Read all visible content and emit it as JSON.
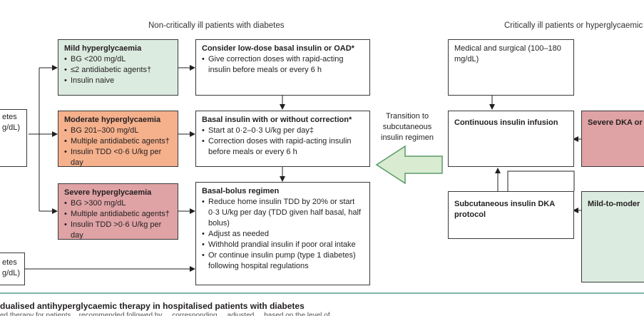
{
  "headers": {
    "non_critical": "Non-critically ill patients with diabetes",
    "critical": "Critically ill patients or hyperglycaemic c"
  },
  "left_cut": {
    "top_line1": "etes",
    "top_line2": "g/dL)",
    "bottom_line1": "etes",
    "bottom_line2": "g/dL)"
  },
  "severity": {
    "mild": {
      "title": "Mild hyperglycaemia",
      "items": [
        "BG <200 mg/dL",
        "≤2 antidiabetic agents†",
        "Insulin naive"
      ]
    },
    "moderate": {
      "title": "Moderate hyperglycaemia",
      "items": [
        "BG 201–300 mg/dL",
        "Multiple antidiabetic agents†",
        "Insulin TDD <0·6 U/kg per day"
      ]
    },
    "severe": {
      "title": "Severe hyperglycaemia",
      "items": [
        "BG >300 mg/dL",
        "Multiple antidiabetic agents†",
        "Insulin TDD >0·6 U/kg per day"
      ]
    }
  },
  "therapy": {
    "low_dose": {
      "title": "Consider low-dose basal insulin or OAD*",
      "items": [
        "Give correction doses with rapid-acting insulin before meals or every 6 h"
      ]
    },
    "basal": {
      "title": "Basal insulin with or without correction*",
      "items": [
        "Start at 0·2–0·3 U/kg per day‡",
        "Correction doses with rapid-acting insulin before meals or every 6 h"
      ]
    },
    "basal_bolus": {
      "title": "Basal-bolus regimen",
      "items": [
        "Reduce home insulin TDD by 20% or start 0·3 U/kg per day (TDD given half basal, half bolus)",
        "Adjust as needed",
        "Withhold prandial insulin if poor oral intake",
        "Or continue insulin pump (type 1 diabetes) following hospital regulations"
      ]
    }
  },
  "transition": "Transition to subcutaneous insulin regimen",
  "critical": {
    "medical": "Medical and surgical (100–180 mg/dL)",
    "continuous": "Continuous insulin infusion",
    "subcutaneous": "Subcutaneous insulin DKA protocol",
    "severe_dka": "Severe DKA or H",
    "mild_to_moderate": "Mild-to-moder"
  },
  "caption": "dualised antihyperglycaemic therapy in hospitalised patients with diabetes",
  "caption_cut": "ed therapy for patients... recommended followed by ... corresponding ... adjusted ... based on the level of...",
  "colors": {
    "mild": "#dcebe0",
    "moderate": "#f5b08c",
    "severe": "#dfa3a5",
    "arrow_fill": "#d9ebd0",
    "arrow_stroke": "#5a9a6a",
    "rule": "#7fb3a8"
  }
}
